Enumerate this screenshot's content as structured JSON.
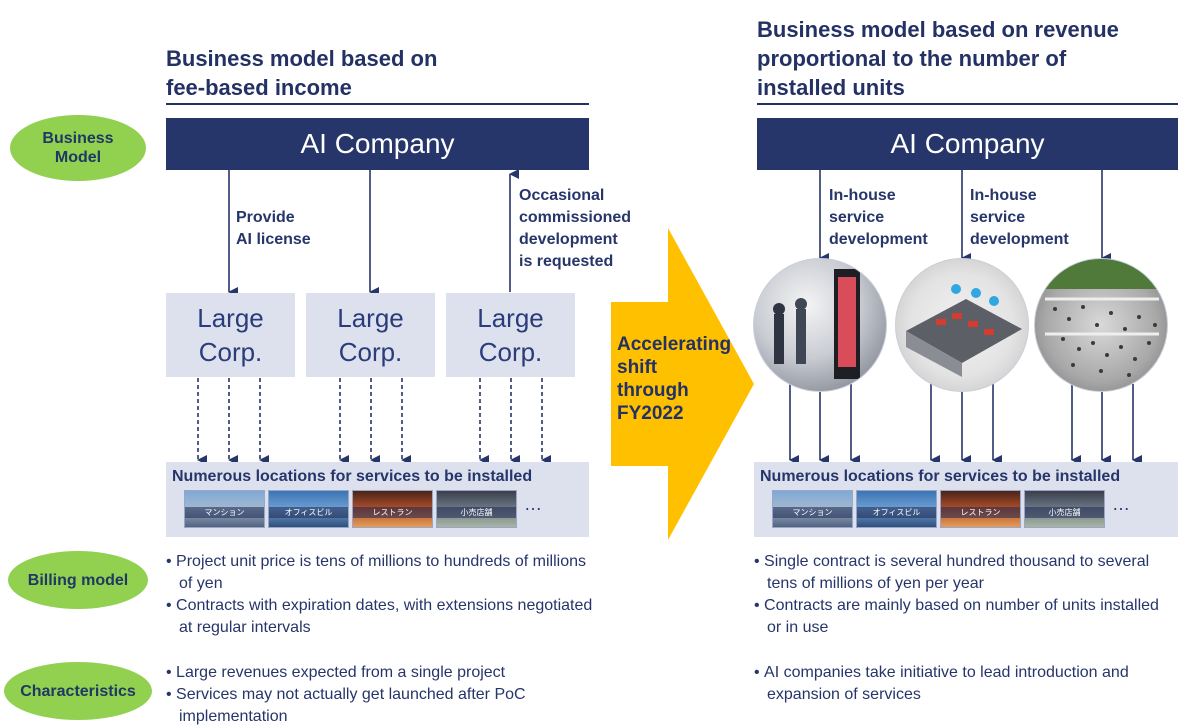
{
  "left": {
    "title_line1": "Business model based on",
    "title_line2": "fee-based income",
    "company": "AI Company",
    "arrow1_label_line1": "Provide",
    "arrow1_label_line2": "AI license",
    "arrow3_label_line1": "Occasional",
    "arrow3_label_line2": "commissioned",
    "arrow3_label_line3": "development",
    "arrow3_label_line4": "is requested",
    "corp_line1": "Large",
    "corp_line2": "Corp.",
    "locations_title": "Numerous locations for services to be installed",
    "thumb_labels": [
      "マンション",
      "オフィスビル",
      "レストラン",
      "小売店舗"
    ],
    "ellipsis": "…",
    "billing": [
      "Project unit price is tens of millions to hundreds of millions of yen",
      "Contracts with expiration dates, with extensions negotiated at regular intervals"
    ],
    "characteristics": [
      "Large revenues expected from a single project",
      "Services may not actually get launched after PoC implementation"
    ]
  },
  "right": {
    "title_line1": "Business model based on revenue",
    "title_line2": "proportional to the number of",
    "title_line3": "installed units",
    "company": "AI Company",
    "arrow_label_line1": "In-house",
    "arrow_label_line2": "service",
    "arrow_label_line3": "development",
    "locations_title": "Numerous locations for services to be installed",
    "thumb_labels": [
      "マンション",
      "オフィスビル",
      "レストラン",
      "小売店舗"
    ],
    "ellipsis": "…",
    "billing": [
      "Single contract is several hundred thousand to several tens of millions of yen per year",
      "Contracts are mainly based on number of units installed or in use"
    ],
    "characteristics": [
      "AI companies take initiative to lead introduction and expansion of services"
    ]
  },
  "labels": {
    "business_model_line1": "Business",
    "business_model_line2": "Model",
    "billing_model": "Billing model",
    "characteristics": "Characteristics"
  },
  "shift": {
    "line1": "Accelerating",
    "line2": "shift",
    "line3": "through",
    "line4": "FY2022"
  },
  "colors": {
    "navy": "#26356a",
    "light_box": "#dde1ee",
    "pill_green": "#92d050",
    "shift_arrow": "#ffc000"
  }
}
